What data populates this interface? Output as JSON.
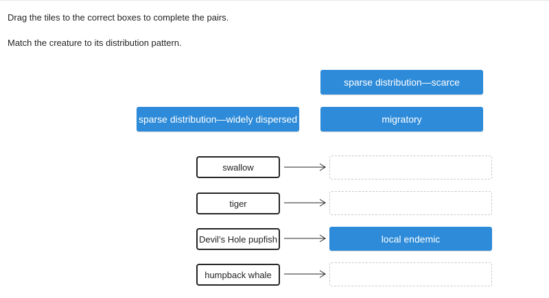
{
  "instructions": {
    "line1": "Drag the tiles to the correct boxes to complete the pairs.",
    "line2": "Match the creature to its distribution pattern."
  },
  "tiles": {
    "scarce": "sparse distribution—scarce",
    "widely": "sparse distribution—widely dispersed",
    "migratory": "migratory"
  },
  "pairs": [
    {
      "creature": "swallow",
      "answer": ""
    },
    {
      "creature": "tiger",
      "answer": ""
    },
    {
      "creature": "Devil’s Hole pupfish",
      "answer": "local endemic"
    },
    {
      "creature": "humpback whale",
      "answer": ""
    }
  ],
  "colors": {
    "tile": "#2d8bd9",
    "tile_text": "#ffffff"
  }
}
